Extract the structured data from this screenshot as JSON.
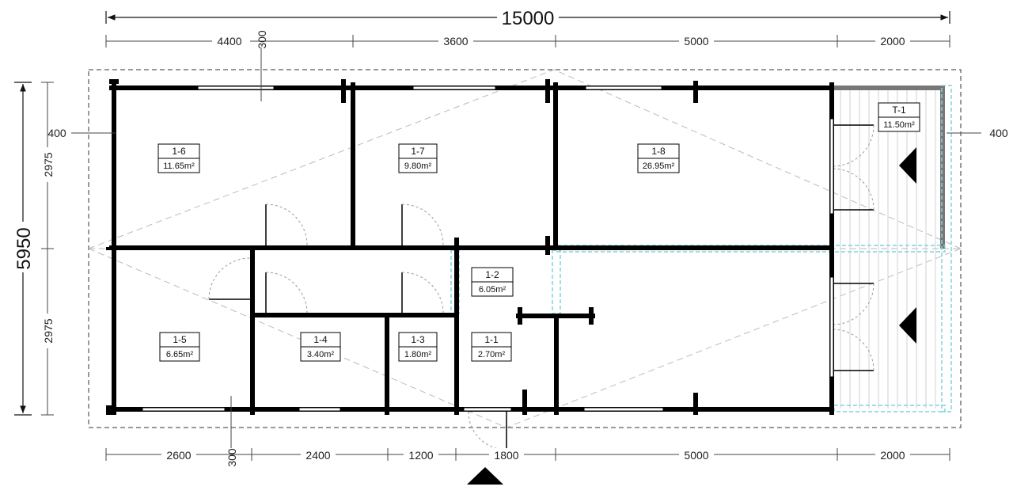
{
  "dimensions": {
    "overall_length": "15000",
    "top_segments": [
      "4400",
      "3600",
      "5000",
      "2000"
    ],
    "top_offset": "300",
    "bottom_segments": [
      "2600",
      "2400",
      "1200",
      "1800",
      "5000",
      "2000"
    ],
    "bottom_offset": "300",
    "overall_depth": "5950",
    "left_segments": [
      "2975",
      "2975"
    ],
    "left_offset": "400",
    "right_offset": "400"
  },
  "rooms": [
    {
      "id": "1-6",
      "area": "11.65m²"
    },
    {
      "id": "1-7",
      "area": "9.80m²"
    },
    {
      "id": "1-8",
      "area": "26.95m²"
    },
    {
      "id": "T-1",
      "area": "11.50m²"
    },
    {
      "id": "1-2",
      "area": "6.05m²"
    },
    {
      "id": "1-5",
      "area": "6.65m²"
    },
    {
      "id": "1-4",
      "area": "3.40m²"
    },
    {
      "id": "1-3",
      "area": "1.80m²"
    },
    {
      "id": "1-1",
      "area": "2.70m²"
    }
  ],
  "colors": {
    "wall": "#000000",
    "roof_outline": "#bfbfbf",
    "glass": "#7fd3dc",
    "terrace": "#cfcfcf"
  }
}
